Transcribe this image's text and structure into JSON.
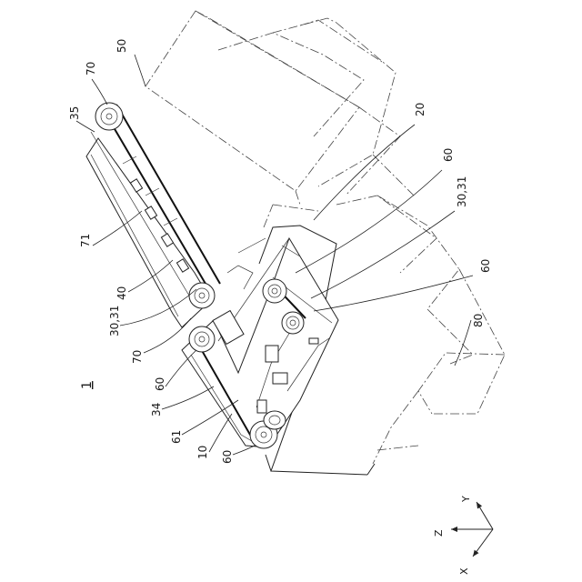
{
  "figure_label": "1",
  "references": {
    "r50": "50",
    "r70a": "70",
    "r35": "35",
    "r20": "20",
    "r60a": "60",
    "r3031a": "30,31",
    "r71": "71",
    "r60b": "60",
    "r40": "40",
    "r3031b": "30,31",
    "r80": "80",
    "r70b": "70",
    "r60c": "60",
    "r34": "34",
    "r61": "61",
    "r10": "10",
    "r60d": "60"
  },
  "axes": {
    "y": "Y",
    "z": "Z",
    "x": "X"
  }
}
